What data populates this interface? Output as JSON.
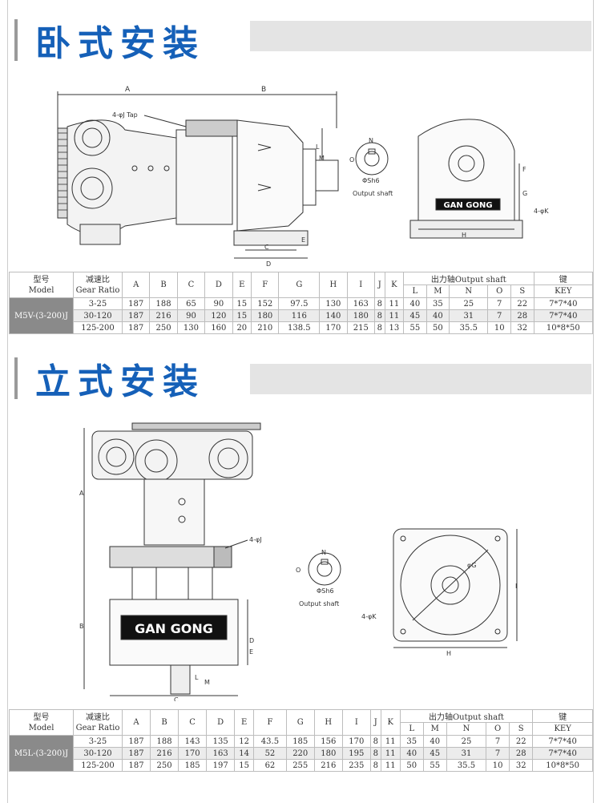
{
  "sections": [
    {
      "title": "卧式安装",
      "drawing_labels": {
        "side": [
          "A",
          "B",
          "4-φJ Tap",
          "L",
          "M",
          "E",
          "C",
          "D"
        ],
        "shaft": [
          "N",
          "O",
          "ΦSh6",
          "Output shaft"
        ],
        "front": [
          "F",
          "G",
          "4-φK",
          "H",
          "GAN GONG"
        ]
      },
      "table": {
        "model": "M5V-(3-200)J",
        "rows": [
          [
            "3-25",
            "187",
            "188",
            "65",
            "90",
            "15",
            "152",
            "97.5",
            "130",
            "163",
            "8",
            "11",
            "40",
            "35",
            "25",
            "7",
            "22",
            "7*7*40"
          ],
          [
            "30-120",
            "187",
            "216",
            "90",
            "120",
            "15",
            "180",
            "116",
            "140",
            "180",
            "8",
            "11",
            "45",
            "40",
            "31",
            "7",
            "28",
            "7*7*40"
          ],
          [
            "125-200",
            "187",
            "250",
            "130",
            "160",
            "20",
            "210",
            "138.5",
            "170",
            "215",
            "8",
            "13",
            "55",
            "50",
            "35.5",
            "10",
            "32",
            "10*8*50"
          ]
        ]
      }
    },
    {
      "title": "立式安装",
      "drawing_labels": {
        "side": [
          "A",
          "4-φJ",
          "B",
          "GAN GONG",
          "E",
          "D",
          "L",
          "M",
          "C"
        ],
        "shaft": [
          "N",
          "O",
          "ΦSh6",
          "Output shaft"
        ],
        "front": [
          "φG",
          "I",
          "4-φK",
          "H"
        ]
      },
      "table": {
        "model": "M5L-(3-200)J",
        "rows": [
          [
            "3-25",
            "187",
            "188",
            "143",
            "135",
            "12",
            "43.5",
            "185",
            "156",
            "170",
            "8",
            "11",
            "35",
            "40",
            "25",
            "7",
            "22",
            "7*7*40"
          ],
          [
            "30-120",
            "187",
            "216",
            "170",
            "163",
            "14",
            "52",
            "220",
            "180",
            "195",
            "8",
            "11",
            "40",
            "45",
            "31",
            "7",
            "28",
            "7*7*40"
          ],
          [
            "125-200",
            "187",
            "250",
            "185",
            "197",
            "15",
            "62",
            "255",
            "216",
            "235",
            "8",
            "11",
            "50",
            "55",
            "35.5",
            "10",
            "32",
            "10*8*50"
          ]
        ]
      }
    }
  ],
  "table_header": {
    "model_cn": "型号",
    "model_en": "Model",
    "ratio_cn": "减速比",
    "ratio_en": "Gear Ratio",
    "dims": [
      "A",
      "B",
      "C",
      "D",
      "E",
      "F",
      "G",
      "H",
      "I",
      "J",
      "K"
    ],
    "shaft_group": "出力轴Output shaft",
    "shaft_cols": [
      "L",
      "M",
      "N",
      "O",
      "S"
    ],
    "key_cn": "键",
    "key_en": "KEY"
  },
  "colors": {
    "title": "#1560b8",
    "title_bar": "#e4e4e4",
    "model_cell": "#8a8a8a"
  }
}
